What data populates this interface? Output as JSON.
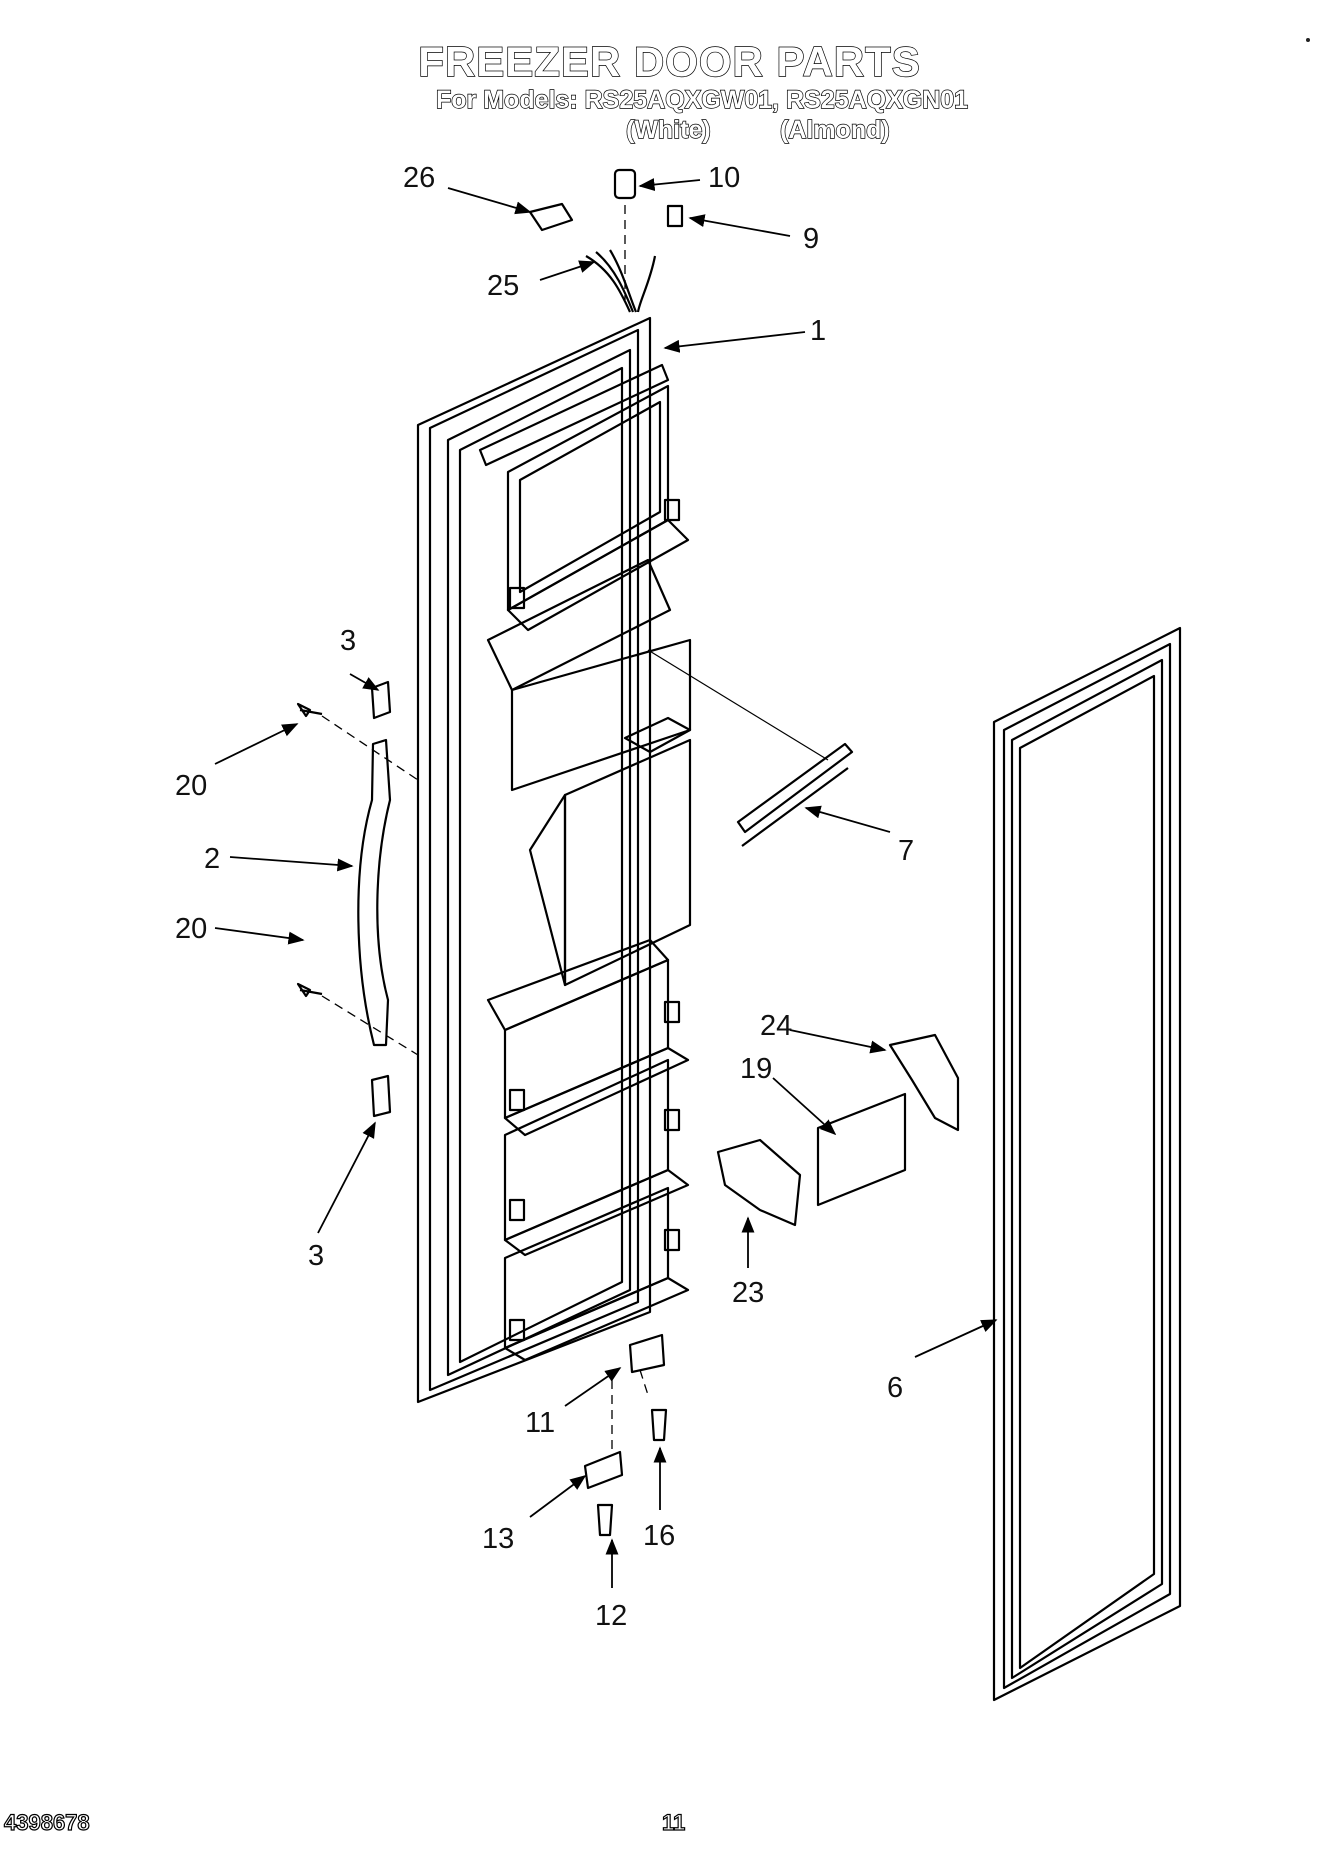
{
  "header": {
    "title": "FREEZER DOOR PARTS",
    "models": "For Models: RS25AQXGW01, RS25AQXGN01",
    "variant_white": "(White)",
    "variant_almond": "(Almond)"
  },
  "callouts": {
    "c1": "1",
    "c2": "2",
    "c3a": "3",
    "c3b": "3",
    "c6": "6",
    "c7": "7",
    "c9": "9",
    "c10": "10",
    "c11": "11",
    "c12": "12",
    "c13": "13",
    "c16": "16",
    "c19": "19",
    "c20a": "20",
    "c20b": "20",
    "c23": "23",
    "c24": "24",
    "c25": "25",
    "c26": "26"
  },
  "footer": {
    "doc_number": "4398678",
    "page_number": "11"
  }
}
